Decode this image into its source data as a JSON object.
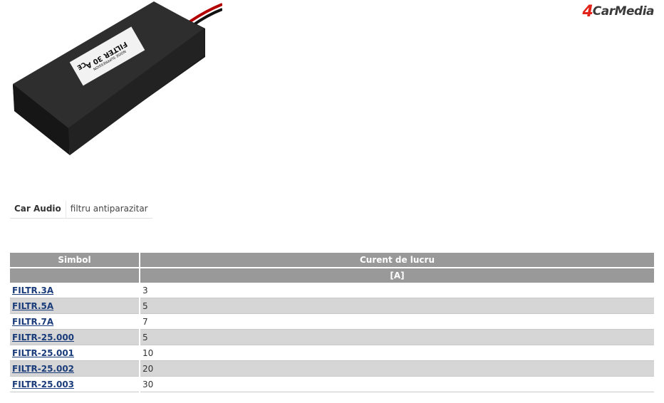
{
  "brand": {
    "mark": "4",
    "name": "CarMedia"
  },
  "product_image": {
    "label_lines": [
      "NOISE SUPPRESSION",
      "FILTER 30 A"
    ],
    "ce_mark": "CE"
  },
  "category": {
    "label": "Car Audio",
    "value": "filtru antiparazitar"
  },
  "table": {
    "headers": {
      "symbol": "Simbol",
      "current": "Curent de lucru",
      "unit": "[A]"
    },
    "rows": [
      {
        "symbol": "FILTR.3A",
        "value": "3"
      },
      {
        "symbol": "FILTR.5A",
        "value": "5"
      },
      {
        "symbol": "FILTR.7A",
        "value": "7"
      },
      {
        "symbol": "FILTR-25.000",
        "value": "5"
      },
      {
        "symbol": "FILTR-25.001",
        "value": "10"
      },
      {
        "symbol": "FILTR-25.002",
        "value": "20"
      },
      {
        "symbol": "FILTR-25.003",
        "value": "30"
      }
    ]
  }
}
